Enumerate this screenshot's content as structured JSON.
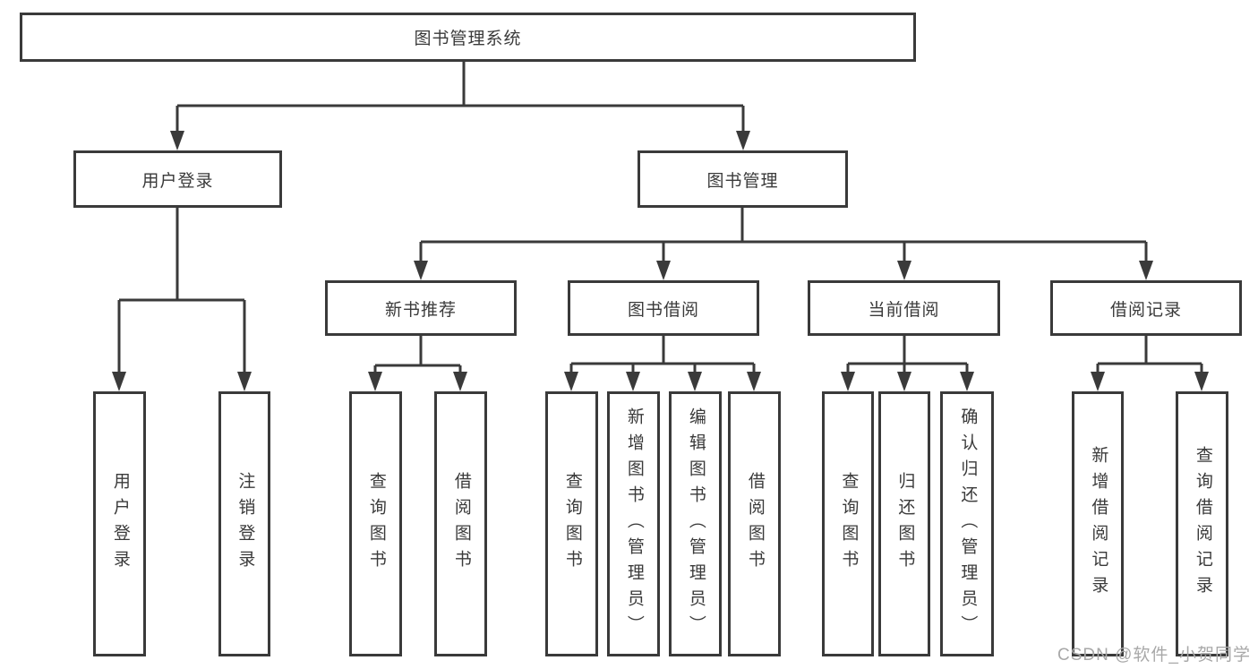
{
  "diagram": {
    "root": {
      "label": "图书管理系统"
    },
    "branches": [
      {
        "label": "用户登录",
        "children": [
          {
            "label": "用户登录"
          },
          {
            "label": "注销登录"
          }
        ]
      },
      {
        "label": "图书管理",
        "children": [
          {
            "label": "新书推荐",
            "children": [
              {
                "label": "查询图书"
              },
              {
                "label": "借阅图书"
              }
            ]
          },
          {
            "label": "图书借阅",
            "children": [
              {
                "label": "查询图书"
              },
              {
                "label": "新增图书（管理员）"
              },
              {
                "label": "编辑图书（管理员）"
              },
              {
                "label": "借阅图书"
              }
            ]
          },
          {
            "label": "当前借阅",
            "children": [
              {
                "label": "查询图书"
              },
              {
                "label": "归还图书"
              },
              {
                "label": "确认归还（管理员）"
              }
            ]
          },
          {
            "label": "借阅记录",
            "children": [
              {
                "label": "新增借阅记录"
              },
              {
                "label": "查询借阅记录"
              }
            ]
          }
        ]
      }
    ]
  },
  "watermark": {
    "text": "CSDN @软件_小贺同学",
    "color": "#a8a8a8"
  },
  "colors": {
    "stroke": "#3a3a3a",
    "text": "#3a3a3a",
    "background": "#ffffff"
  }
}
